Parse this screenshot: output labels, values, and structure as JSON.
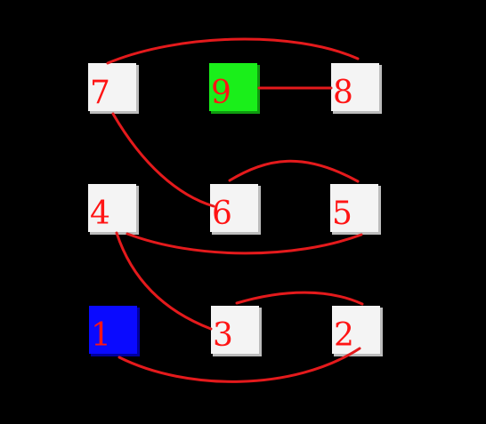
{
  "tiles": [
    {
      "id": "7",
      "label": "7",
      "color": "#f4f4f4",
      "side": "#bcbcbc"
    },
    {
      "id": "9",
      "label": "9",
      "color": "#1aef1a",
      "side": "#0f9a0f"
    },
    {
      "id": "8",
      "label": "8",
      "color": "#f4f4f4",
      "side": "#bcbcbc"
    },
    {
      "id": "4",
      "label": "4",
      "color": "#f4f4f4",
      "side": "#bcbcbc"
    },
    {
      "id": "6",
      "label": "6",
      "color": "#f4f4f4",
      "side": "#bcbcbc"
    },
    {
      "id": "5",
      "label": "5",
      "color": "#f4f4f4",
      "side": "#bcbcbc"
    },
    {
      "id": "1",
      "label": "1",
      "color": "#0a0aff",
      "side": "#0000a0"
    },
    {
      "id": "3",
      "label": "3",
      "color": "#f4f4f4",
      "side": "#bcbcbc"
    },
    {
      "id": "2",
      "label": "2",
      "color": "#f4f4f4",
      "side": "#bcbcbc"
    }
  ],
  "links": [
    {
      "from": "7",
      "to": "8"
    },
    {
      "from": "9",
      "to": "8"
    },
    {
      "from": "7",
      "to": "6"
    },
    {
      "from": "6",
      "to": "5"
    },
    {
      "from": "4",
      "to": "5"
    },
    {
      "from": "4",
      "to": "3"
    },
    {
      "from": "3",
      "to": "2"
    },
    {
      "from": "1",
      "to": "2"
    }
  ],
  "colors": {
    "background": "#000000",
    "number": "#ff1414",
    "link": "#e41a1c"
  }
}
